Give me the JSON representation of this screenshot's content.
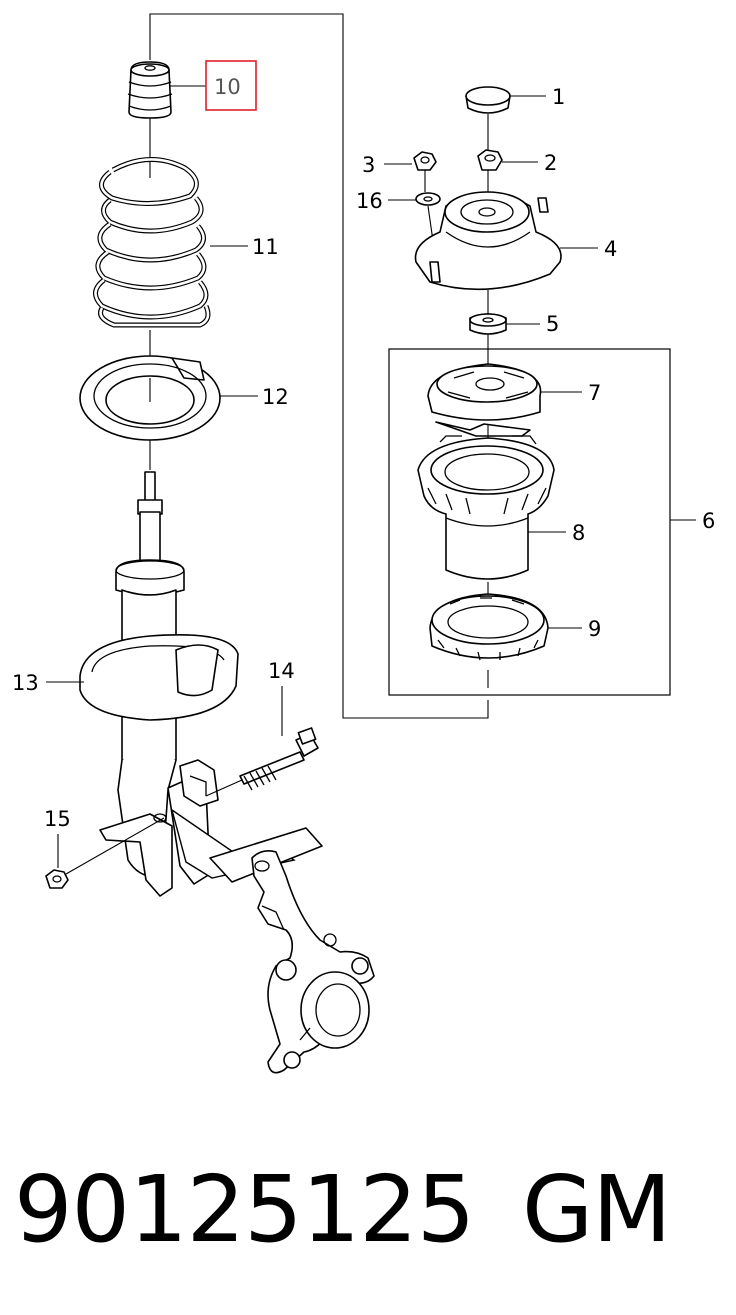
{
  "diagram": {
    "callouts": [
      {
        "id": "1",
        "text": "1"
      },
      {
        "id": "2",
        "text": "2"
      },
      {
        "id": "3",
        "text": "3"
      },
      {
        "id": "4",
        "text": "4"
      },
      {
        "id": "5",
        "text": "5"
      },
      {
        "id": "6",
        "text": "6"
      },
      {
        "id": "7",
        "text": "7"
      },
      {
        "id": "8",
        "text": "8"
      },
      {
        "id": "9",
        "text": "9"
      },
      {
        "id": "10",
        "text": "10",
        "highlighted": true
      },
      {
        "id": "11",
        "text": "11"
      },
      {
        "id": "12",
        "text": "12"
      },
      {
        "id": "13",
        "text": "13"
      },
      {
        "id": "14",
        "text": "14"
      },
      {
        "id": "15",
        "text": "15"
      },
      {
        "id": "16",
        "text": "16"
      }
    ],
    "highlight_color": "#e0202a"
  },
  "caption": {
    "part_number": "90125125",
    "brand": "GM"
  }
}
